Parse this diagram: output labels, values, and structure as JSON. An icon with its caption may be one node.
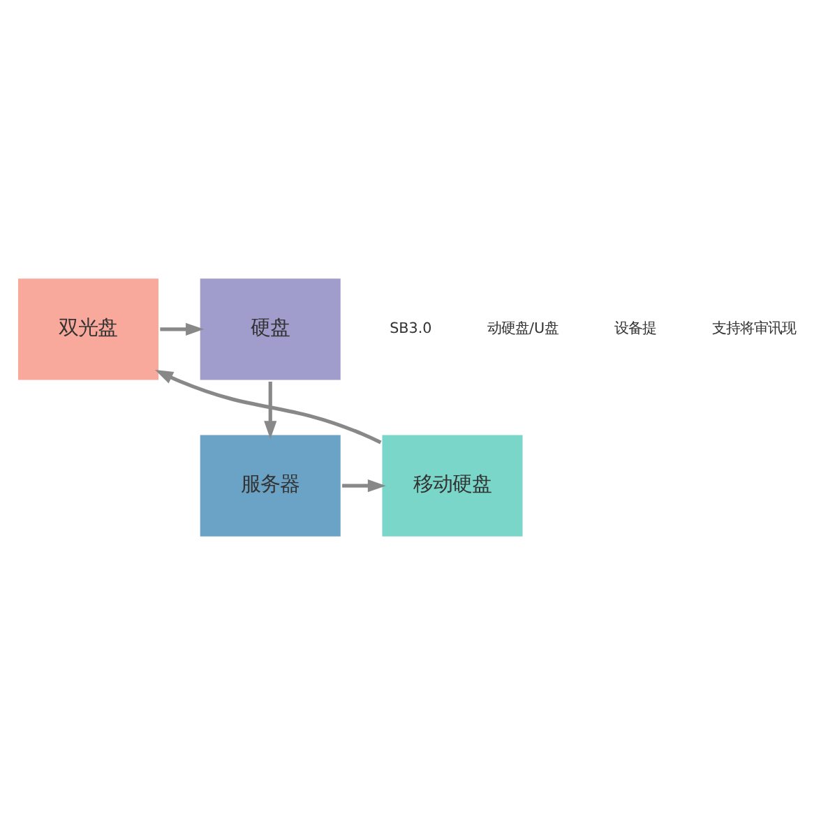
{
  "diagram": {
    "nodes": [
      {
        "text": [
          "双光盘"
        ]
      },
      {
        "text": [
          "硬盘"
        ]
      },
      {
        "text": [
          "服务器"
        ]
      },
      {
        "text": [
          "移动硬盘"
        ]
      }
    ],
    "edges": [
      {
        "from": 0,
        "to": 1,
        "arrow": "to"
      },
      {
        "from": 1,
        "to": 2,
        "arrow": "to"
      },
      {
        "from": 2,
        "to": 3,
        "arrow": "to"
      },
      {
        "from": 3,
        "to": 0,
        "arrow": "to"
      }
    ],
    "labels": [
      "SB3.0",
      "动硬盘/U盘",
      "设备提",
      "支持将审讯现"
    ]
  }
}
